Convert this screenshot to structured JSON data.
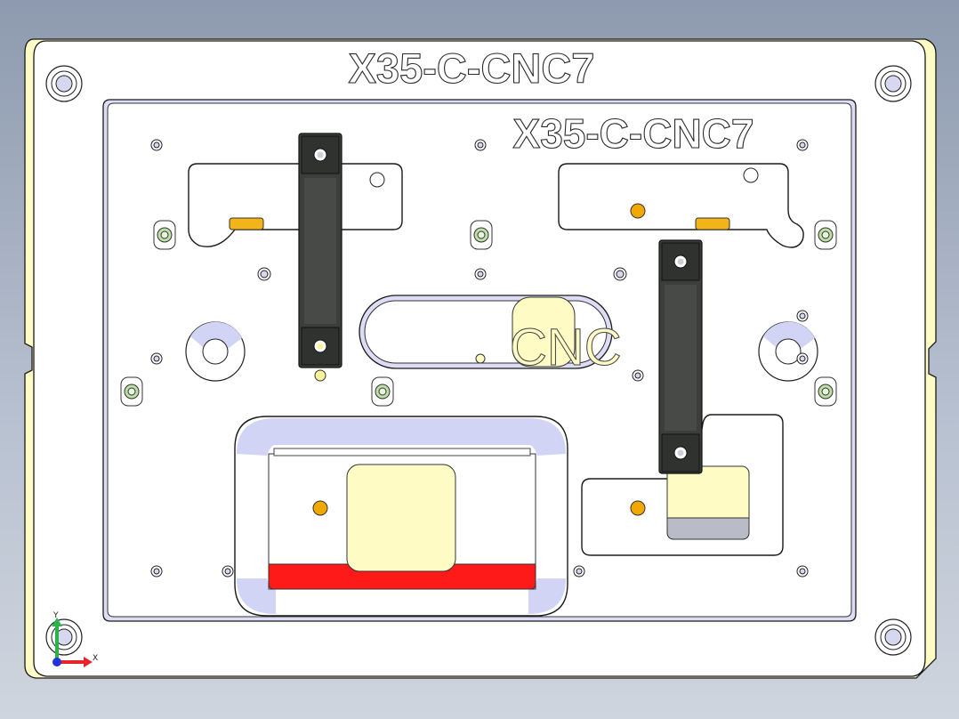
{
  "window": {
    "background": "#9aa5b8"
  },
  "fixture": {
    "engraving_top": "X35-C-CNC7",
    "engraving_plate": "X35-C-CNC7",
    "pocket_partial_text": "CNC"
  },
  "triad": {
    "x_label": "X",
    "y_label": "Y"
  },
  "colors": {
    "plate": "#ffffff",
    "edge": "#1a1a1a",
    "yellow_part": "#fffbc4",
    "bevel_blue": "#d2d4f5",
    "clamp_dark": "#3b3e3a",
    "pin_orange": "#f1a800",
    "locator_green": "#bde0a8",
    "red_strip": "#ff1a1a",
    "axis_x": "#e8242a",
    "axis_y": "#2bb34a",
    "axis_z": "#2233dd"
  },
  "icons": [
    "coordinate-triad-icon"
  ]
}
